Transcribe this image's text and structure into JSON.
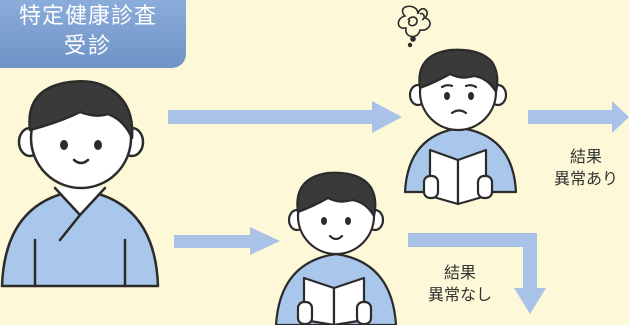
{
  "header": {
    "line1": "特定健康診査",
    "line2": "受診"
  },
  "outcomes": {
    "abnormal": {
      "line1": "結果",
      "line2": "異常あり"
    },
    "normal": {
      "line1": "結果",
      "line2": "異常なし"
    }
  },
  "colors": {
    "background": "#fdf8d8",
    "arrow": "#a9c3e8",
    "shirt": "#a9c7ea",
    "hair": "#3a3a3a",
    "skin": "#ffffff",
    "line": "#2b2b2b"
  },
  "icons": [
    "worry-scribble-icon"
  ]
}
